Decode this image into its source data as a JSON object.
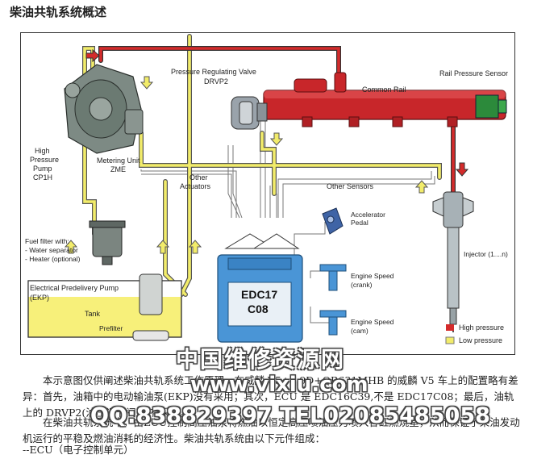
{
  "page": {
    "title": "柴油共轨系统概述"
  },
  "diagram": {
    "labels": {
      "high_pressure_pump": [
        "High",
        "Pressure",
        "Pump",
        "CP1H"
      ],
      "metering_unit": [
        "Metering Unit",
        "ZME"
      ],
      "pressure_regulating_valve": [
        "Pressure Regulating Valve",
        "DRVP2"
      ],
      "common_rail": "Common Rail",
      "rail_pressure_sensor": "Rail Pressure Sensor",
      "other_actuators": [
        "Other",
        "Actuators"
      ],
      "other_sensors": "Other Sensors",
      "accelerator_pedal": [
        "Accelerator",
        "Pedal"
      ],
      "engine_speed_crank": [
        "Engine Speed",
        "(crank)"
      ],
      "engine_speed_cam": [
        "Engine Speed",
        "(cam)"
      ],
      "injector": "Injector (1....n)",
      "fuel_filter": [
        "Fuel filter with:",
        "- Water separator",
        "- Heater (optional)"
      ],
      "epp": [
        "Electrical Predelivery Pump",
        "(EKP)"
      ],
      "tank": "Tank",
      "prefilter": "Prefilter",
      "ecu": [
        "EDC17",
        "C08"
      ]
    },
    "legend": [
      {
        "label": "High pressure",
        "color": "#d42b2b"
      },
      {
        "label": "Low pressure",
        "color": "#f2ec6a"
      }
    ],
    "colors": {
      "high_pressure": "#d42b2b",
      "low_pressure": "#f2ec6a",
      "ecu_fill": "#4a95d6",
      "ecu_inner": "#e9f0f6",
      "tank_fuel": "#f7f07a",
      "wire": "#666666"
    }
  },
  "text": {
    "paragraph1": "本示意图仅供阐述柴油共轨系统工作原理，在威麟 V5+1.9D+QR631MHB 的威麟 V5 车上的配置略有差异：首先，油箱中的电动输油泵(EKP)没有采用；其次，ECU 是 EDC16C39,不是 EDC17C08；最后，油轨上的 DRVP2(油压调节阀)没有采用。",
    "paragraph2": "在柴油共轨系统中，由ECU控制高压油泵将燃油以恒定高压喷油压力喷入各缸燃烧室，从而保证了柴油发动机运行的平稳及燃油消耗的经济性。柴油共轨系统由以下元件组成：",
    "list_item": "--ECU（电子控制单元）"
  },
  "watermark": {
    "line1": "中国维修资源网",
    "line2": "www.vixiu.com",
    "line3": "QQ:838829397 TEL02085485058"
  }
}
